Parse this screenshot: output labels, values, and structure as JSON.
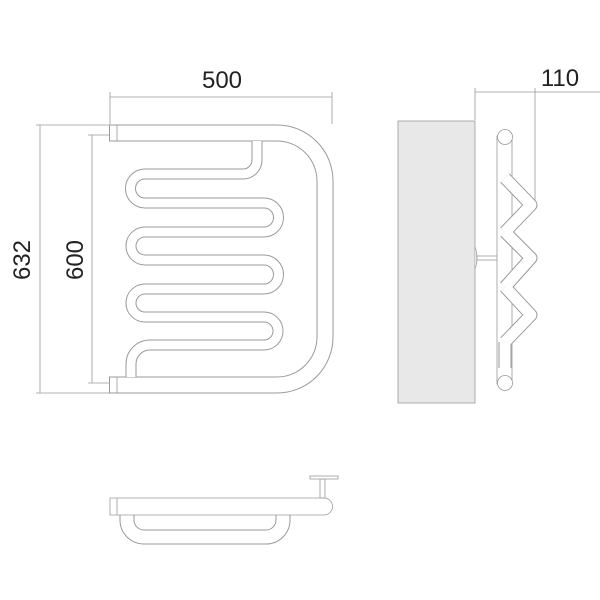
{
  "drawing": {
    "front_view": {
      "width_dimension": "500",
      "overall_height_dimension": "632",
      "center_distance_dimension": "600"
    },
    "side_view": {
      "depth_dimension": "110",
      "wall_color": "#e8e8e8"
    },
    "line_color": "#9a9a9a"
  }
}
